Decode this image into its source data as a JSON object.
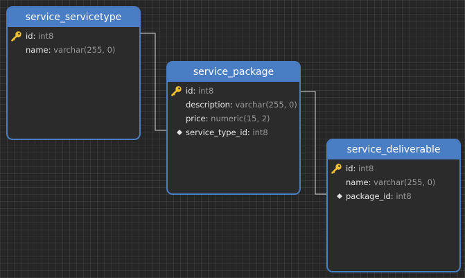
{
  "tables": [
    {
      "id": "servicetype",
      "title": "service_servicetype",
      "fields": [
        {
          "name": "id",
          "type": "int8",
          "marker": "key-icon"
        },
        {
          "name": "name",
          "type": "varchar(255, 0)",
          "marker": ""
        }
      ]
    },
    {
      "id": "package",
      "title": "service_package",
      "fields": [
        {
          "name": "id",
          "type": "int8",
          "marker": "key-icon"
        },
        {
          "name": "description",
          "type": "varchar(255, 0)",
          "marker": ""
        },
        {
          "name": "price",
          "type": "numeric(15, 2)",
          "marker": ""
        },
        {
          "name": "service_type_id",
          "type": "int8",
          "marker": "diamond-icon"
        }
      ]
    },
    {
      "id": "deliverable",
      "title": "service_deliverable",
      "fields": [
        {
          "name": "id",
          "type": "int8",
          "marker": "key-icon"
        },
        {
          "name": "name",
          "type": "varchar(255, 0)",
          "marker": ""
        },
        {
          "name": "package_id",
          "type": "int8",
          "marker": "diamond-icon"
        }
      ]
    }
  ],
  "colors": {
    "header": "#4a7ec4",
    "connector": "#d9d9d9",
    "key_icon": "#f2c033",
    "field_type": "#9a9a9a"
  }
}
